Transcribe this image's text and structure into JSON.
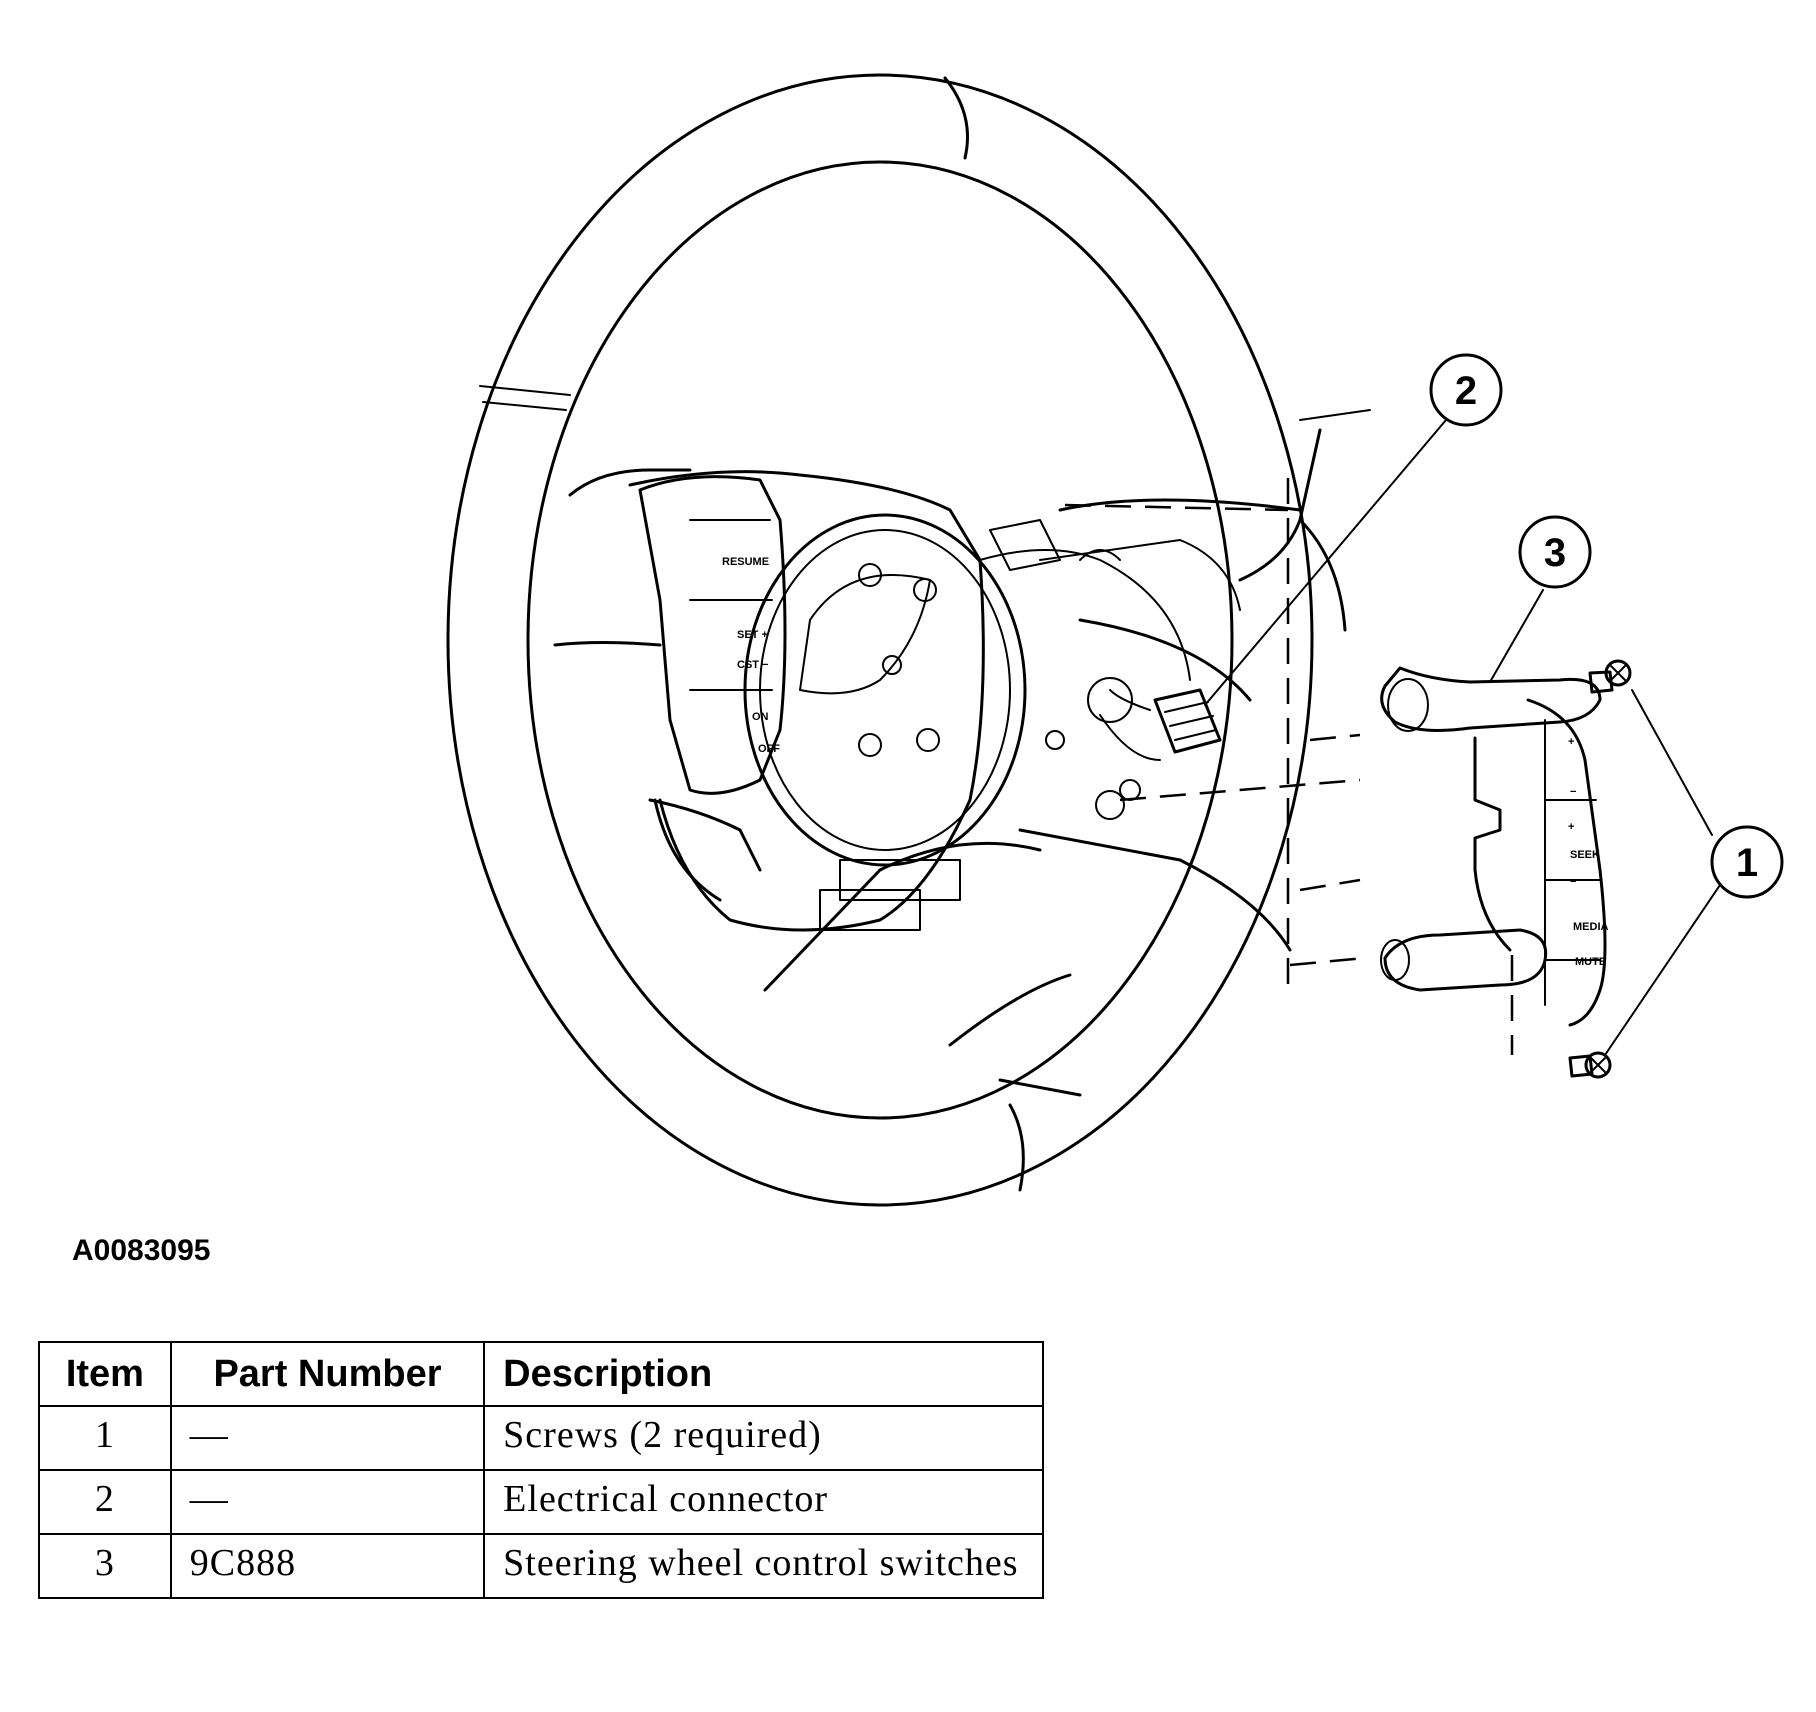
{
  "figure": {
    "id": "A0083095",
    "callouts": [
      "1",
      "2",
      "3"
    ],
    "switch_labels": {
      "resume": "RESUME",
      "set": "SET +",
      "cst": "CST −",
      "on": "ON",
      "off": "OFF",
      "seek": "SEEK",
      "media": "MEDIA",
      "mute": "MUTE",
      "plus": "+",
      "minus": "−"
    }
  },
  "table": {
    "headers": {
      "item": "Item",
      "part_number": "Part Number",
      "description": "Description"
    },
    "rows": [
      {
        "item": "1",
        "part_number": "—",
        "description": "Screws (2 required)"
      },
      {
        "item": "2",
        "part_number": "—",
        "description": "Electrical connector"
      },
      {
        "item": "3",
        "part_number": "9C888",
        "description": "Steering wheel control switches"
      }
    ]
  }
}
